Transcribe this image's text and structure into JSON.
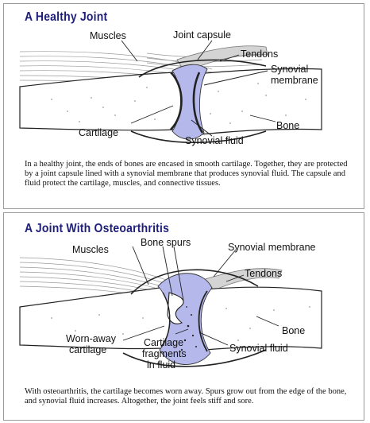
{
  "healthy": {
    "title": "A Healthy Joint",
    "labels": {
      "muscles": "Muscles",
      "joint_capsule": "Joint capsule",
      "tendons": "Tendons",
      "synovial_1": "Synovial",
      "synovial_2": "membrane",
      "bone": "Bone",
      "cartilage": "Cartilage",
      "synovial_fluid": "Synovial fluid"
    },
    "caption": "In a healthy joint, the ends of bones are encased in smooth cartilage. Together, they are protected by a joint capsule lined with a synovial membrane that produces synovial fluid. The capsule and fluid protect the cartilage, muscles, and connective tissues."
  },
  "osteo": {
    "title": "A Joint With Osteoarthritis",
    "labels": {
      "muscles": "Muscles",
      "bone_spurs": "Bone spurs",
      "synovial_membrane": "Synovial membrane",
      "tendons": "Tendons",
      "bone": "Bone",
      "worn_1": "Worn-away",
      "worn_2": "cartilage",
      "frag_1": "Cartilage",
      "frag_2": "fragments",
      "frag_3": "in fluid",
      "synovial_fluid": "Synovial fluid"
    },
    "caption": "With osteoarthritis, the cartilage becomes worn away. Spurs grow out from the edge of the bone, and synovial fluid increases. Altogether, the joint feels stiff and sore."
  },
  "colors": {
    "title": "#1f1f7a",
    "fluid": "#b4b8ea",
    "tendon": "#d4d4d4"
  }
}
